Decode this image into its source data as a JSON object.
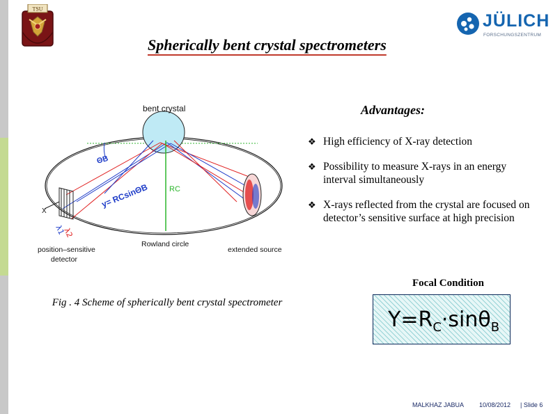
{
  "colors": {
    "left_bar_gray": "#c8c8c8",
    "left_bar_green": "#c4da91",
    "title_underline": "#c0392b",
    "julich_blue": "#1565b0",
    "crystal_fill": "#bfeaf5",
    "beam_red": "#e02020",
    "beam_blue": "#1e3cc8",
    "rc_line": "#2cb52c"
  },
  "header": {
    "title": "Spherically bent  crystal spectrometers",
    "julich_logo": {
      "name": "JÜLICH",
      "subtitle": "FORSCHUNGSZENTRUM"
    },
    "emblem": {
      "banner_text": "TSU"
    }
  },
  "diagram": {
    "label_bent_crystal": "bent  crystal",
    "label_theta_b": "ΘB",
    "label_y_formula": "y= RCsinΘB",
    "label_rc": "RC",
    "label_x": "X",
    "label_lambda1": "λ1",
    "label_lambda2": "λ2",
    "label_position_sensitive": "position–sensitive",
    "label_detector": "detector",
    "label_rowland_circle": "Rowland  circle",
    "label_extended_source": "extended  source"
  },
  "advantages": {
    "title": "Advantages:",
    "bullet_icon": "diamond-bullet-icon",
    "items": [
      "High efficiency of X-ray detection",
      "Possibility to measure X-rays  in an  energy  interval simultaneously",
      "X-rays reflected from the crystal are focused on detector’s sensitive surface at high precision"
    ]
  },
  "figure": {
    "caption": "Fig . 4  Scheme of spherically bent crystal spectrometer"
  },
  "focal": {
    "label": "Focal Condition",
    "formula_lhs": "Y=R",
    "formula_sub1": "C",
    "formula_mid": "·sinθ",
    "formula_sub2": "B"
  },
  "footer": {
    "author": "MALKHAZ  JABUA",
    "date": "10/08/2012",
    "slide": "| Slide  6"
  }
}
